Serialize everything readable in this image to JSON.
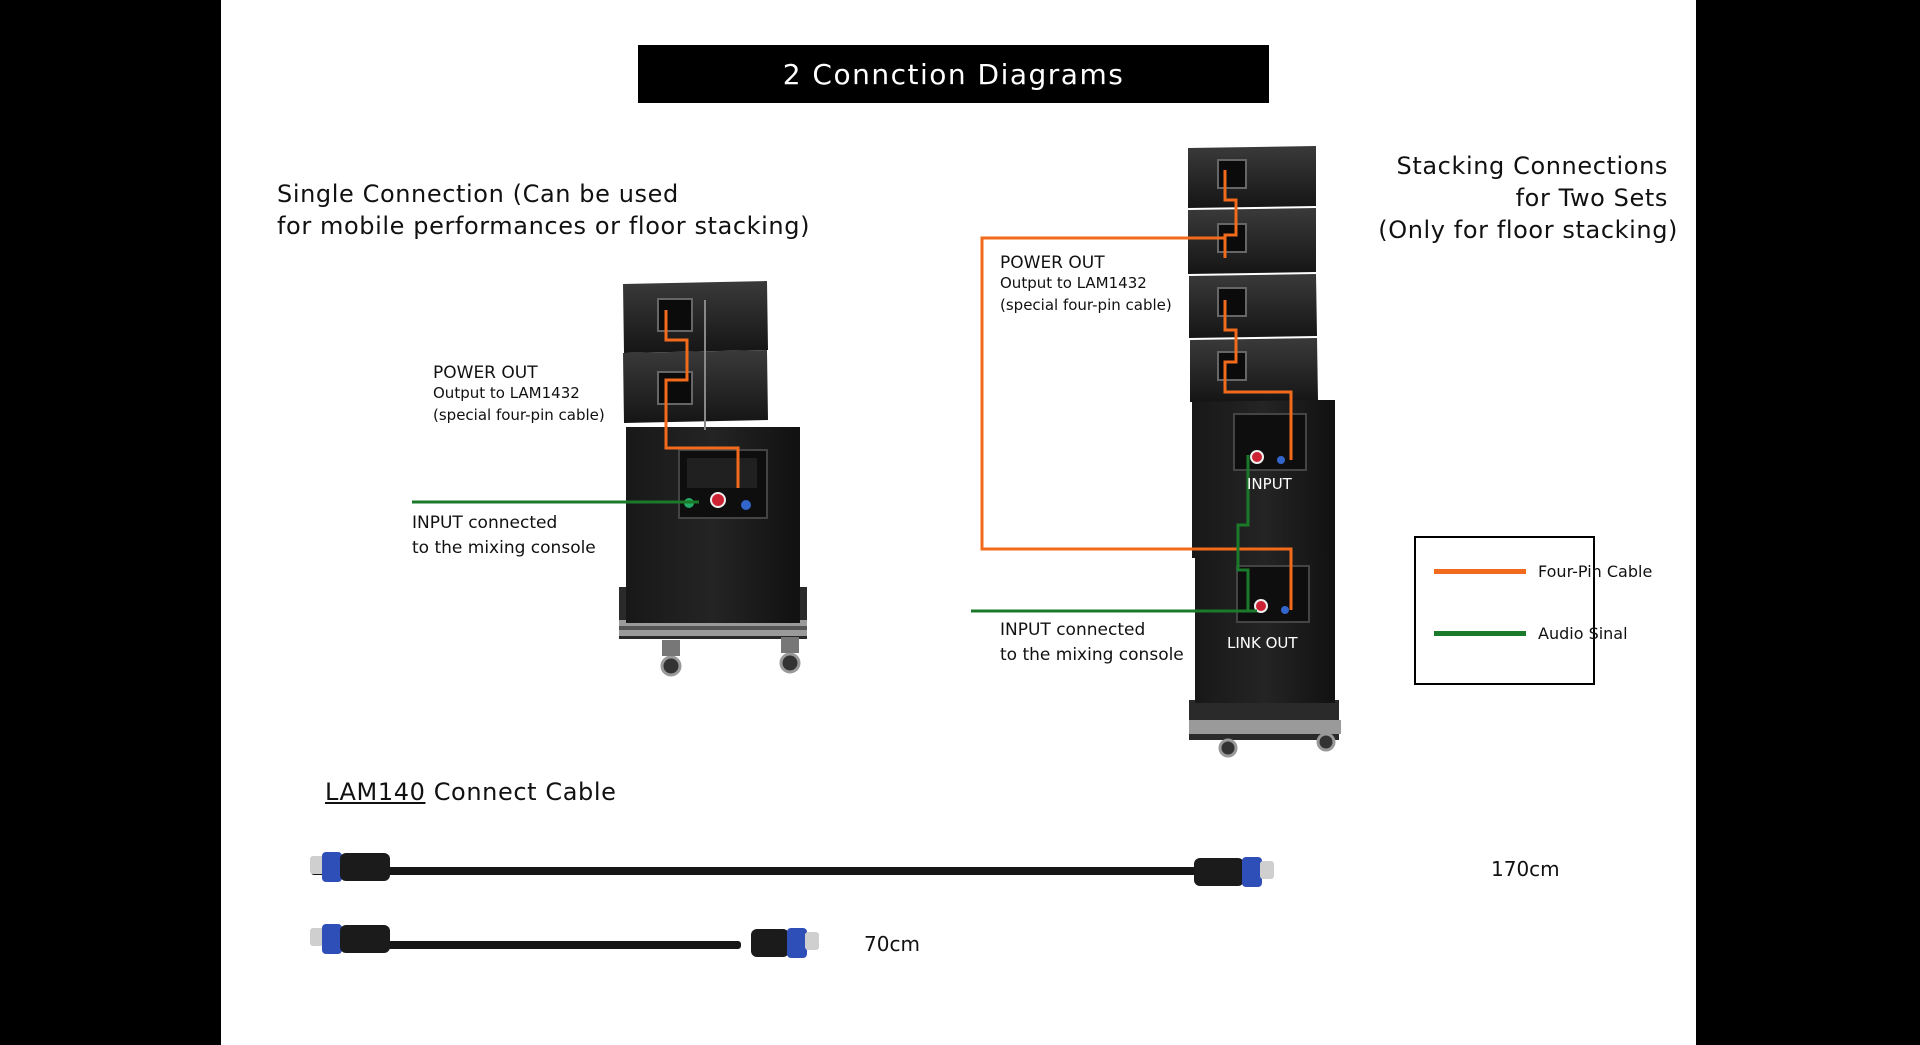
{
  "title": "2 Connction Diagrams",
  "single": {
    "heading_line1": "Single Connection (Can be used",
    "heading_line2": "for mobile performances or floor stacking)",
    "power_out": "POWER OUT",
    "power_out_line2": "Output to LAM1432",
    "power_out_line3": "(special four-pin cable)",
    "input_line1": "INPUT connected",
    "input_line2": "to the mixing console"
  },
  "stacking": {
    "heading_line1": "Stacking Connections",
    "heading_line2": "for Two Sets",
    "heading_line3": "(Only for floor stacking)",
    "power_out": "POWER OUT",
    "power_out_line2": "Output to LAM1432",
    "power_out_line3": "(special four-pin cable)",
    "input_label": "INPUT",
    "link_out_label": "LINK OUT",
    "input_line1": "INPUT connected",
    "input_line2": "to the mixing console"
  },
  "legend": {
    "items": [
      {
        "label": "Four-Pin Cable",
        "color": "#f26a1b"
      },
      {
        "label": "Audio Sinal",
        "color": "#1a7a2a"
      }
    ]
  },
  "cables": {
    "heading_underlined": "LAM140",
    "heading_rest": " Connect Cable",
    "long_length": "170cm",
    "short_length": "70cm"
  },
  "colors": {
    "four_pin": "#f26a1b",
    "audio": "#1a7a2a",
    "connector_blue": "#2f4fb8"
  }
}
